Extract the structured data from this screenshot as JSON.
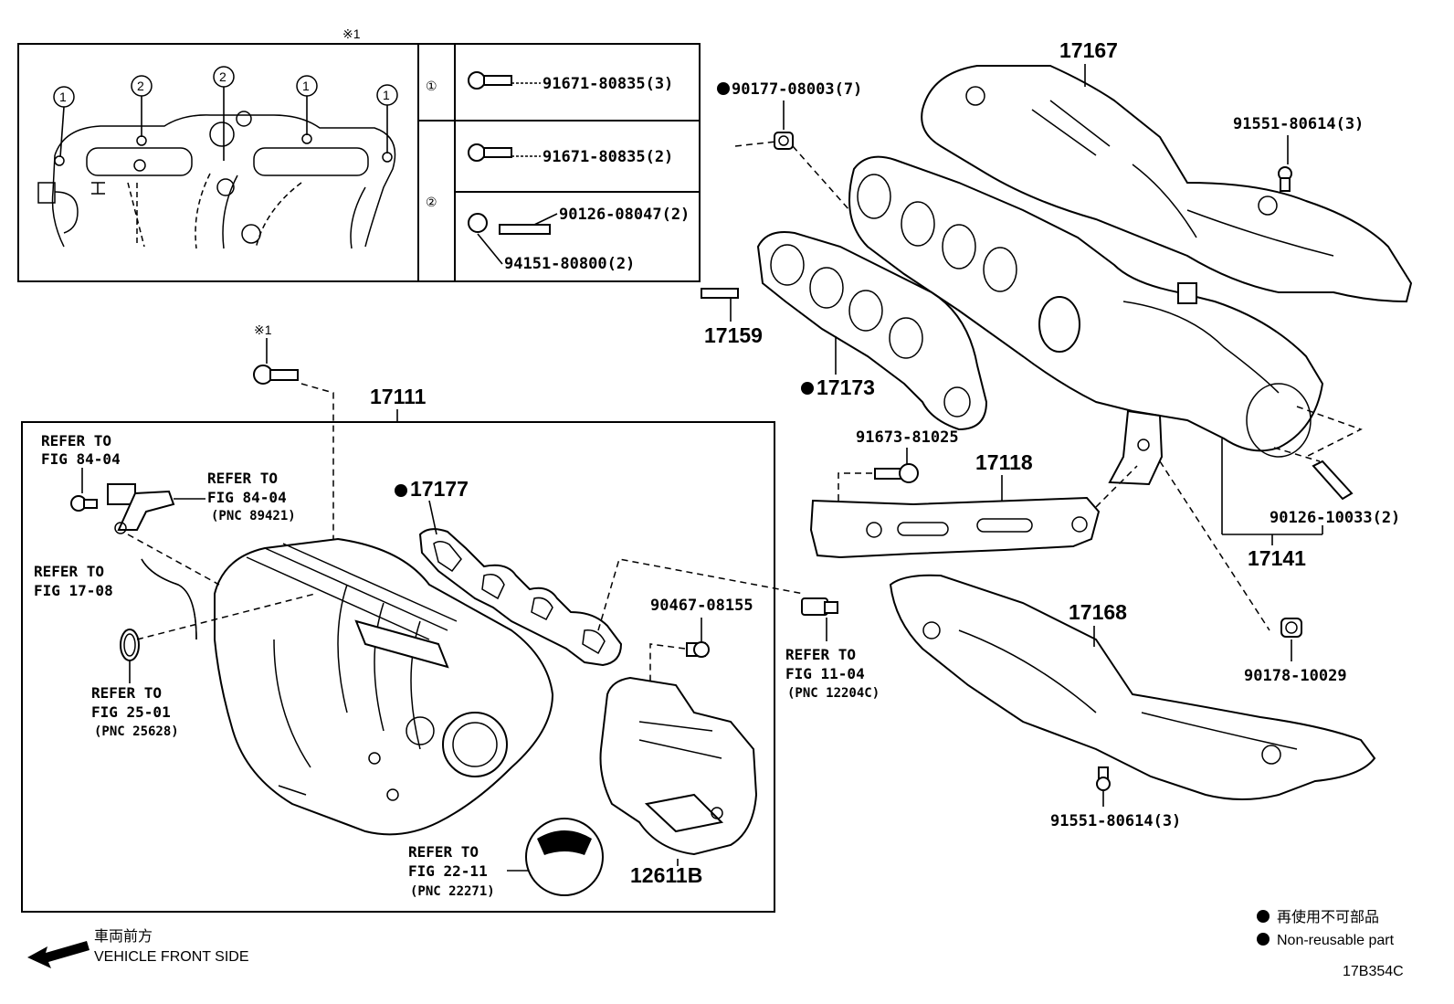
{
  "marks": {
    "asterisk_one": "※1",
    "ref_one": "①",
    "ref_two": "②"
  },
  "inset": {
    "callout_1": "1",
    "callout_2": "2",
    "row1_pn": "91671-80835(3)",
    "row2_pn": "91671-80835(2)",
    "row3_pn_a": "90126-08047(2)",
    "row3_pn_b": "94151-80800(2)"
  },
  "parts": {
    "p17167": "17167",
    "p90177": "90177-08003(7)",
    "p91551_top": "91551-80614(3)",
    "p17159": "17159",
    "p17173": "17173",
    "p17111": "17111",
    "p17177": "17177",
    "p91673": "91673-81025",
    "p17118": "17118",
    "p90126_10033": "90126-10033(2)",
    "p17141": "17141",
    "p17168": "17168",
    "p90467": "90467-08155",
    "p90178": "90178-10029",
    "p91551_bottom": "91551-80614(3)",
    "p12611b": "12611B"
  },
  "refs": {
    "refer_to": "REFER TO",
    "fig_84_04": "FIG 84-04",
    "pnc_89421": "(PNC 89421)",
    "fig_17_08": "FIG 17-08",
    "fig_25_01": "FIG 25-01",
    "pnc_25628": "(PNC 25628)",
    "fig_11_04": "FIG 11-04",
    "pnc_12204c": "(PNC 12204C)",
    "fig_22_11": "FIG 22-11",
    "pnc_22271": "(PNC 22271)"
  },
  "footer": {
    "front_jp": "車両前方",
    "front_en": "VEHICLE FRONT SIDE",
    "legend_jp": "再使用不可部品",
    "legend_en": "Non-reusable part",
    "diagram_code": "17B354C"
  }
}
